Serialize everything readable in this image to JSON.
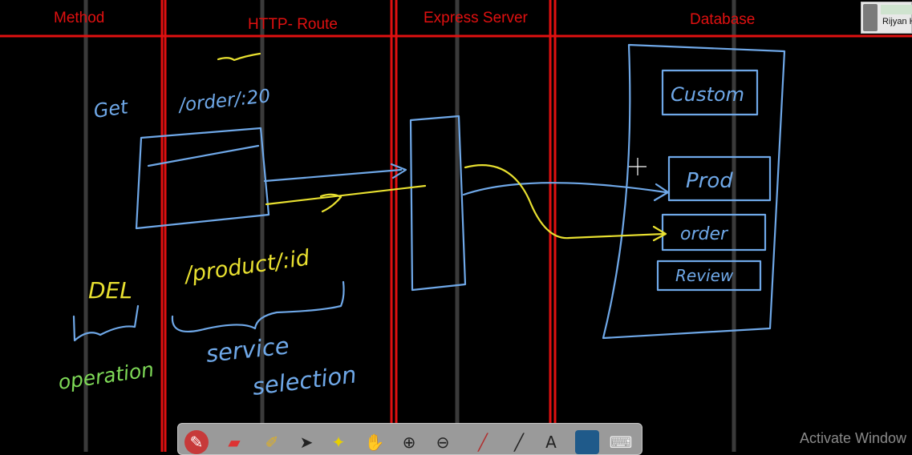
{
  "headers": {
    "method": "Method",
    "route": "HTTP- Route",
    "server": "Express Server",
    "database": "Database"
  },
  "annotations": {
    "get": "Get",
    "order_route": "/order/:20",
    "del": "DEL",
    "product_route": "/product/:id",
    "operation": "operation",
    "service": "service",
    "selection": "selection"
  },
  "db_tables": [
    "Custom",
    "Prod",
    "order",
    "Review"
  ],
  "colors": {
    "grid": "#e01010",
    "blue_ink": "#6fa8e8",
    "yellow_ink": "#e8e030",
    "green_ink": "#7ed957"
  },
  "toolbar": {
    "tools": [
      "pen-icon",
      "eraser-icon",
      "highlighter-icon",
      "pointer-icon",
      "magic-icon",
      "hand-icon",
      "zoom-in-icon",
      "zoom-out-icon",
      "brush-icon",
      "line-icon",
      "text-icon",
      "screen-icon",
      "keyboard-icon"
    ]
  },
  "user": {
    "name": "Rijyan H"
  },
  "watermark": "Activate Window"
}
